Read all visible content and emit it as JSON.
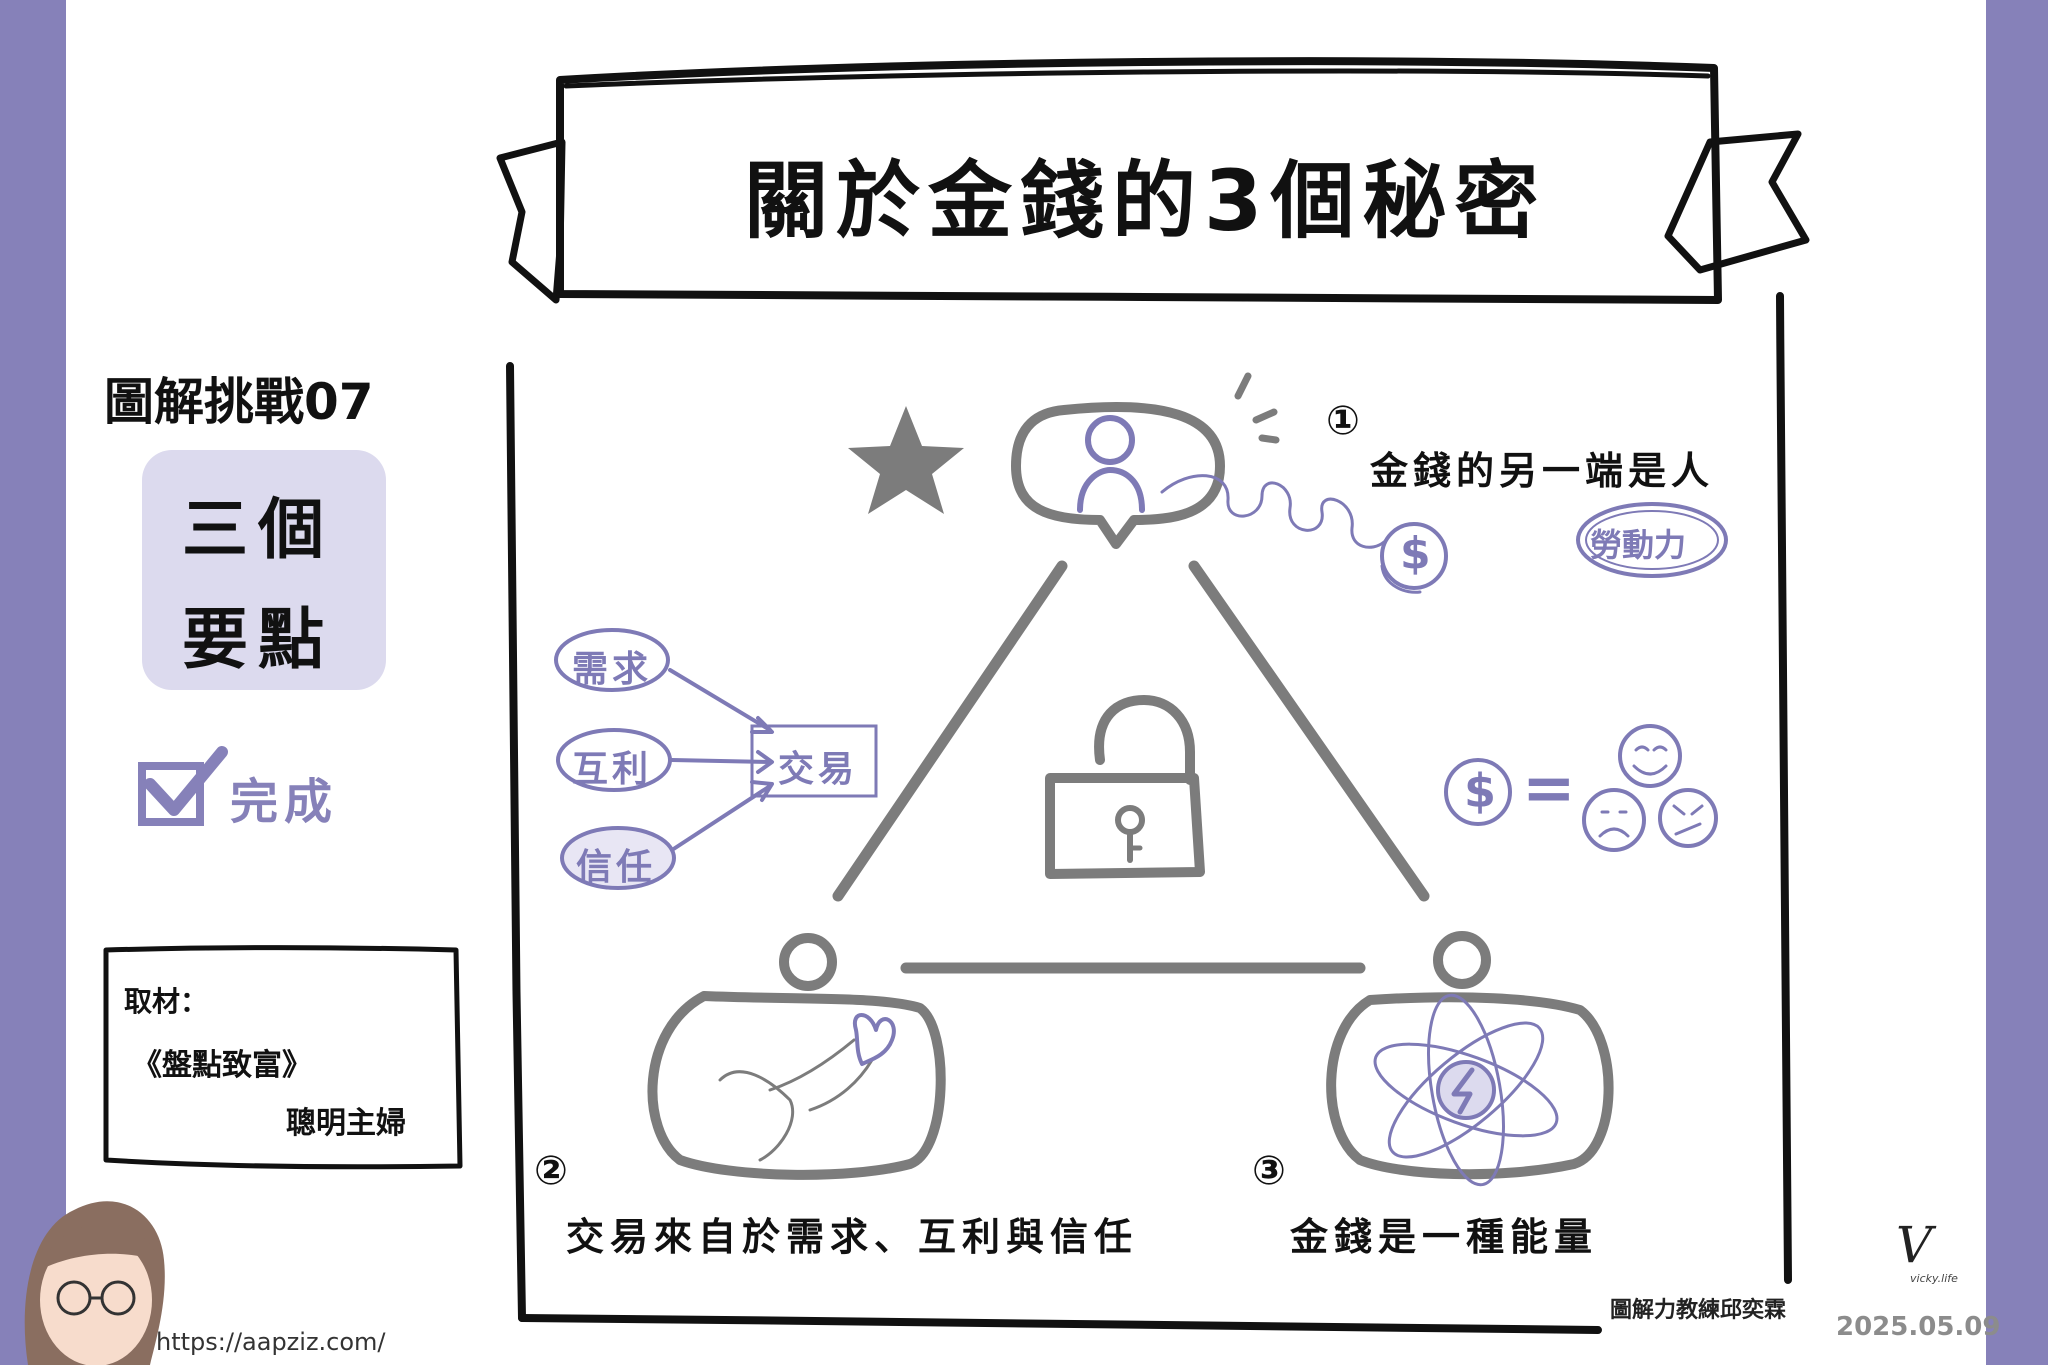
{
  "title": "關於金錢的3個秘密",
  "challenge_label": "圖解挑戰07",
  "key_points_badge": {
    "line1": "三個",
    "line2": "要點"
  },
  "done_label": "完成",
  "source_box": {
    "label": "取材：",
    "book": "《盤點致富》",
    "author": "聰明主婦"
  },
  "points": [
    {
      "number": "①",
      "text": "金錢的另一端是人"
    },
    {
      "number": "②",
      "text": "交易來自於需求、互利與信任"
    },
    {
      "number": "③",
      "text": "金錢是一種能量"
    }
  ],
  "labor_badge": "勞動力",
  "needs_diagram": {
    "inputs": [
      "需求",
      "互利",
      "信任"
    ],
    "output": "交易"
  },
  "currency_symbol": "$",
  "equals_sign": "=",
  "footer": {
    "url": "https://aapziz.com/",
    "credit": "圖解力教練邱奕霖",
    "date": "2025.05.09",
    "signature": "V",
    "signature_sub": "vicky.life"
  },
  "colors": {
    "accent_purple": "#8681b9",
    "badge_fill": "#dcdaee",
    "grey": "#7c7c7c"
  },
  "icons": [
    "star-icon",
    "person-icon",
    "dollar-coin-icon",
    "unlock-icon",
    "pinky-promise-icon",
    "atom-energy-icon",
    "emoji-faces-icon",
    "checkbox-icon",
    "avatar-icon"
  ]
}
